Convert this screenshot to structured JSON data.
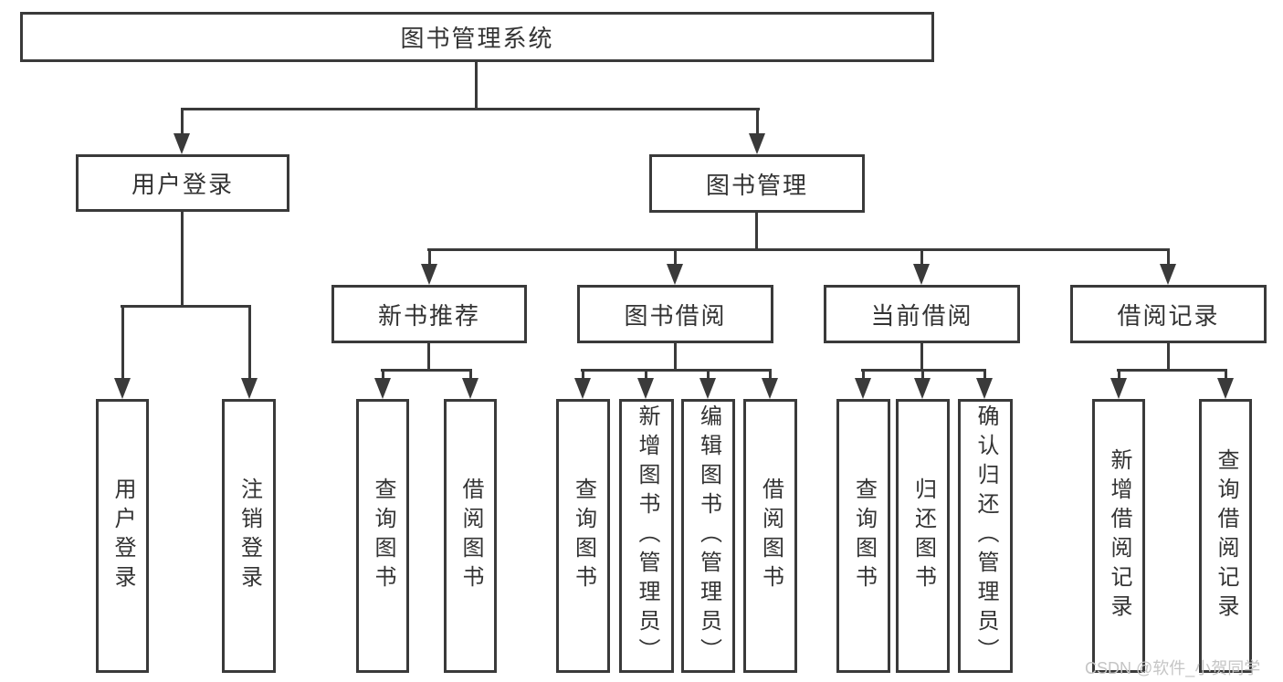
{
  "diagram": {
    "title": "图书管理系统",
    "root": {
      "label": "图书管理系统"
    },
    "branches": [
      {
        "label": "用户登录",
        "children": [
          {
            "label": "用户登录"
          },
          {
            "label": "注销登录"
          }
        ]
      },
      {
        "label": "图书管理",
        "children": [
          {
            "label": "新书推荐",
            "children": [
              {
                "label": "查询图书"
              },
              {
                "label": "借阅图书"
              }
            ]
          },
          {
            "label": "图书借阅",
            "children": [
              {
                "label": "查询图书"
              },
              {
                "label": "新增图书（管理员）"
              },
              {
                "label": "编辑图书（管理员）"
              },
              {
                "label": "借阅图书"
              }
            ]
          },
          {
            "label": "当前借阅",
            "children": [
              {
                "label": "查询图书"
              },
              {
                "label": "归还图书"
              },
              {
                "label": "确认归还（管理员）"
              }
            ]
          },
          {
            "label": "借阅记录",
            "children": [
              {
                "label": "新增借阅记录"
              },
              {
                "label": "查询借阅记录"
              }
            ]
          }
        ]
      }
    ]
  },
  "watermark": {
    "text": "CSDN @软件_小贺同学"
  },
  "colors": {
    "line": "#3a3a3a",
    "box_border": "#3a3a3a",
    "box_background": "#ffffff",
    "text": "#333333",
    "page_background": "#ffffff",
    "watermark_text": "#c5c5c5"
  }
}
